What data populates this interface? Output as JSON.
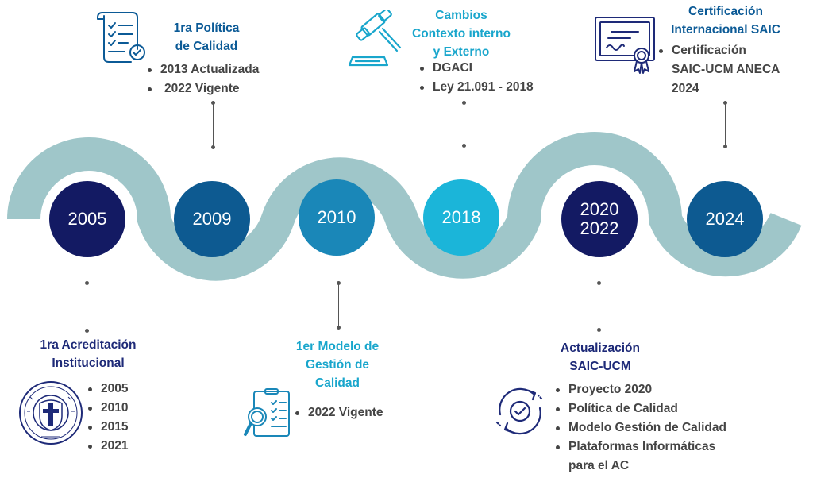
{
  "colors": {
    "band": "#9fc6c9",
    "navy": "#131a63",
    "dark_blue": "#0d5a91",
    "mid_blue": "#1a87b8",
    "cyan": "#1bb5d9",
    "title_blue": "#0b5a96",
    "title_cyan": "#19a6cc",
    "title_navy": "#1e2a78",
    "body_text": "#444444"
  },
  "milestones": [
    {
      "year": "2005"
    },
    {
      "year": "2009"
    },
    {
      "year": "2010"
    },
    {
      "year": "2018"
    },
    {
      "year_lines": [
        "2020",
        "2022"
      ]
    },
    {
      "year": "2024"
    }
  ],
  "events": {
    "politica": {
      "title_lines": [
        "1ra Política",
        "de Calidad"
      ],
      "bullets": [
        "2013 Actualizada",
        "2022 Vigente"
      ]
    },
    "cambios": {
      "title_lines": [
        "Cambios",
        "Contexto interno",
        "y Externo"
      ],
      "bullets": [
        "DGACI",
        "Ley 21.091 - 2018"
      ]
    },
    "certificacion": {
      "title_lines": [
        "Certificación",
        "Internacional SAIC"
      ],
      "bullets": [
        "Certificación",
        "SAIC-UCM ANECA",
        "2024"
      ]
    },
    "acreditacion": {
      "title_lines": [
        "1ra Acreditación",
        "Institucional"
      ],
      "bullets": [
        "2005",
        "2010",
        "2015",
        "2021"
      ]
    },
    "modelo": {
      "title_lines": [
        "1er Modelo de",
        "Gestión de",
        "Calidad"
      ],
      "bullets": [
        "2022 Vigente"
      ]
    },
    "actualizacion": {
      "title_lines": [
        "Actualización",
        "SAIC-UCM"
      ],
      "bullets": [
        "Proyecto 2020",
        "Política de Calidad",
        "Modelo Gestión de Calidad",
        "Plataformas Informáticas",
        "para el AC"
      ]
    }
  },
  "icons": {
    "checklist": "checklist-icon",
    "gavel": "gavel-icon",
    "certificate": "certificate-icon",
    "seal": "university-seal-icon",
    "magnifier": "magnifier-checklist-icon",
    "refresh": "refresh-check-icon"
  }
}
